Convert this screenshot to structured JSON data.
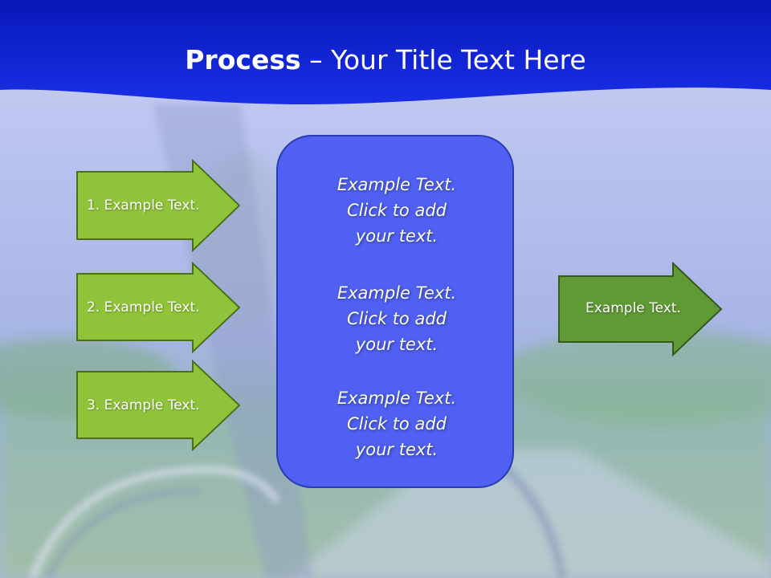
{
  "slide": {
    "title_bold": "Process",
    "title_rest": " – Your Title Text Here"
  },
  "left_arrows": [
    {
      "label": "1. Example Text."
    },
    {
      "label": "2. Example Text."
    },
    {
      "label": "3. Example Text."
    }
  ],
  "center_box": {
    "blocks": [
      {
        "lines": [
          "Example Text.",
          "Click  to add",
          "your text."
        ]
      },
      {
        "lines": [
          "Example Text.",
          "Click  to add",
          "your text."
        ]
      },
      {
        "lines": [
          "Example Text.",
          "Click  to add",
          "your text."
        ]
      }
    ]
  },
  "right_arrow": {
    "label": "Example Text."
  },
  "colors": {
    "header_blue": "#0b1fd6",
    "left_arrow_fill": "#8fc43a",
    "right_arrow_fill": "#5f9a35",
    "box_fill": "#4f60f2"
  }
}
